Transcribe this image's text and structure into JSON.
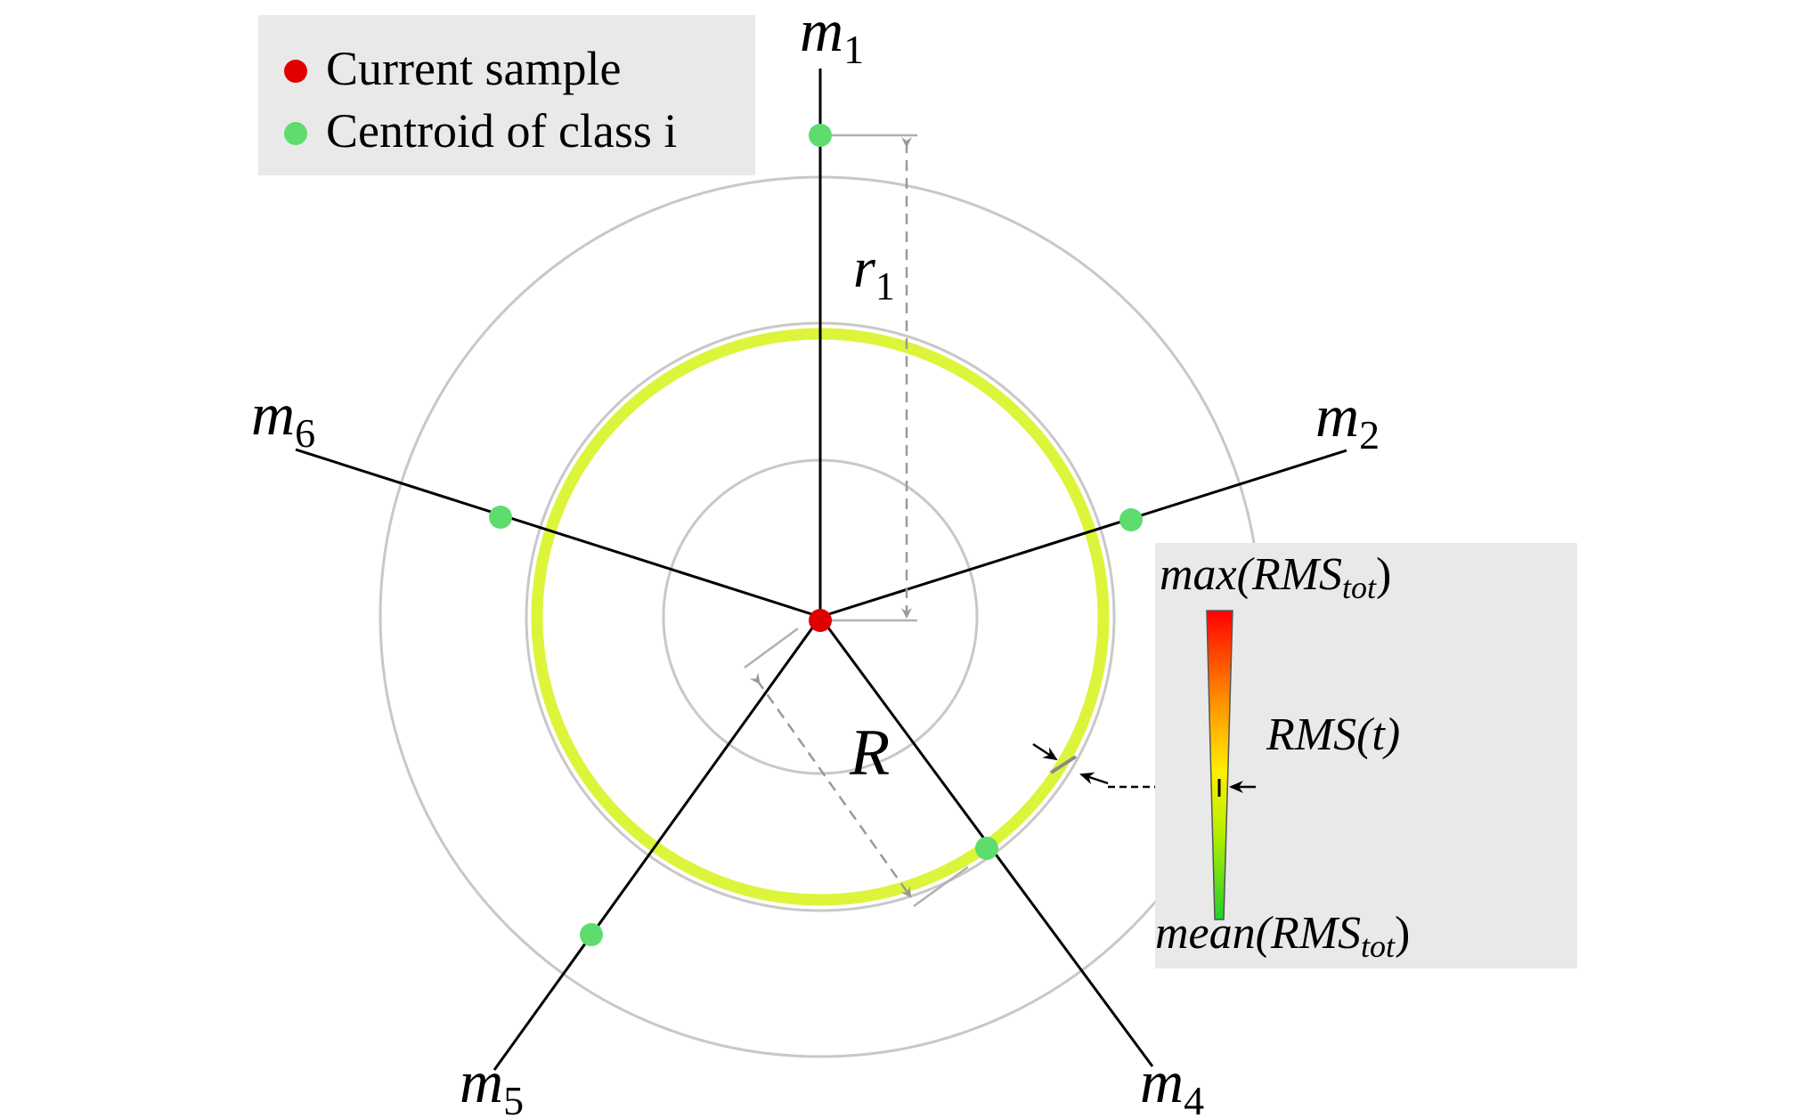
{
  "legend": {
    "items": [
      {
        "label": "Current sample",
        "color": "#e00000"
      },
      {
        "label": "Centroid of class i",
        "color": "#5edc6e"
      }
    ]
  },
  "axes": {
    "m1": {
      "base": "m",
      "sub": "1"
    },
    "m2": {
      "base": "m",
      "sub": "2"
    },
    "m4": {
      "base": "m",
      "sub": "4"
    },
    "m5": {
      "base": "m",
      "sub": "5"
    },
    "m6": {
      "base": "m",
      "sub": "6"
    }
  },
  "dimension_labels": {
    "r1": {
      "base": "r",
      "sub": "1"
    },
    "R": "R"
  },
  "colorbar": {
    "max_label": {
      "pre": "max(RMS",
      "sub": "tot",
      "post": ")"
    },
    "current_label": "RMS(t)",
    "mean_label": {
      "pre": "mean(RMS",
      "sub": "tot",
      "post": ")"
    }
  },
  "colors": {
    "ring": "#dcf53a",
    "grey_circle": "#c8c8c8",
    "panel_bg": "#e9e9e9",
    "sample": "#e00000",
    "centroid": "#5edc6e"
  }
}
